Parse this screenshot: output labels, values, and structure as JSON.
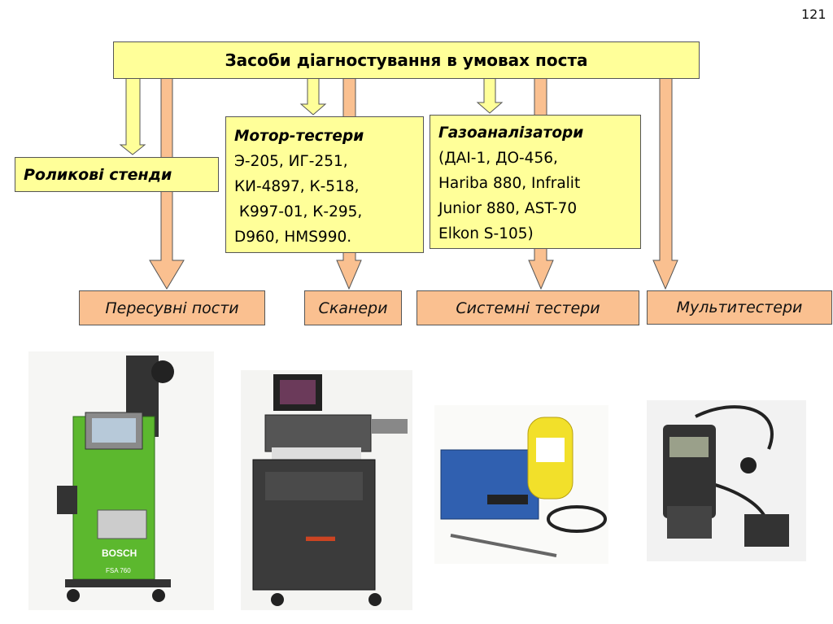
{
  "page_number": "121",
  "header": "Засоби діагностування в умовах поста",
  "roller_stands": "Роликові  стенди",
  "motor_testers": {
    "title": "Мотор-тестери",
    "lines": [
      "Э-205, ИГ-251,",
      "КИ-4897, К-518,",
      " К997-01, К-295,",
      "D960, HMS990."
    ]
  },
  "gas_analyzers": {
    "title": "Газоаналізатори",
    "lines": [
      "(ДАІ-1, ДО-456,",
      "Hariba 880, Infralit",
      "Junior 880, AST-70",
      "Elkon S-105)"
    ]
  },
  "bottom": [
    "Пересувні пости",
    "Сканери",
    "Системні тестери",
    "Мультитестери"
  ],
  "photo_labels": {
    "bosch": "BOSCH",
    "fsa": "FSA 760"
  },
  "colors": {
    "yellow": "#ffff99",
    "orange": "#fac090"
  }
}
